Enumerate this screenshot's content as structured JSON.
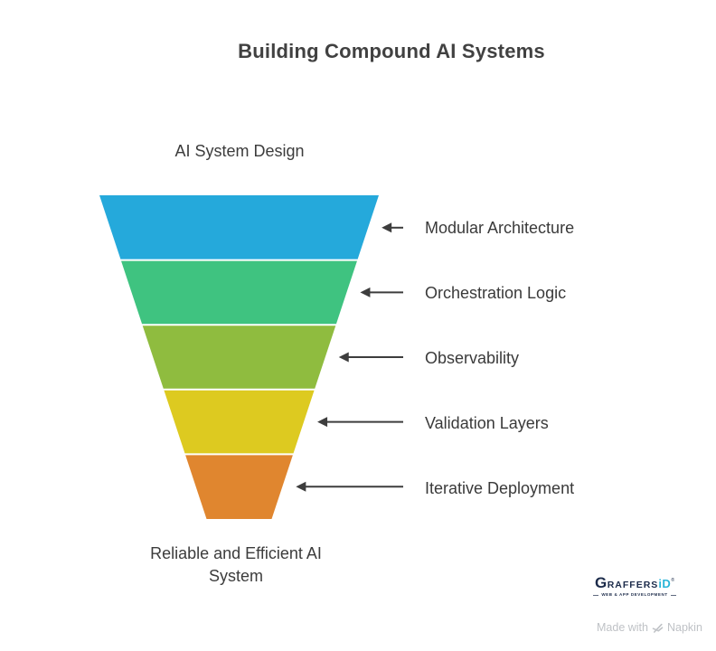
{
  "title": "Building Compound AI Systems",
  "funnel": {
    "top_label": "AI System Design",
    "bottom_label": "Reliable and Efficient AI System",
    "arrow_color": "#3d3d3d",
    "separator_color": "#ffffff",
    "segments": [
      {
        "label": "Modular Architecture",
        "color": "#25a9db"
      },
      {
        "label": "Orchestration Logic",
        "color": "#3fc380"
      },
      {
        "label": "Observability",
        "color": "#8fbc3f"
      },
      {
        "label": "Validation Layers",
        "color": "#ddca20"
      },
      {
        "label": "Iterative Deployment",
        "color": "#e0862f"
      }
    ]
  },
  "branding": {
    "mark": "G",
    "name_rest": "RAFFERS",
    "suffix": "iD",
    "registered": "®",
    "tagline": "WEB & APP DEVELOPMENT",
    "navy": "#1c2b4a",
    "cyan": "#2ab5d8"
  },
  "watermark": {
    "prefix": "Made with",
    "brand": "Napkin"
  }
}
